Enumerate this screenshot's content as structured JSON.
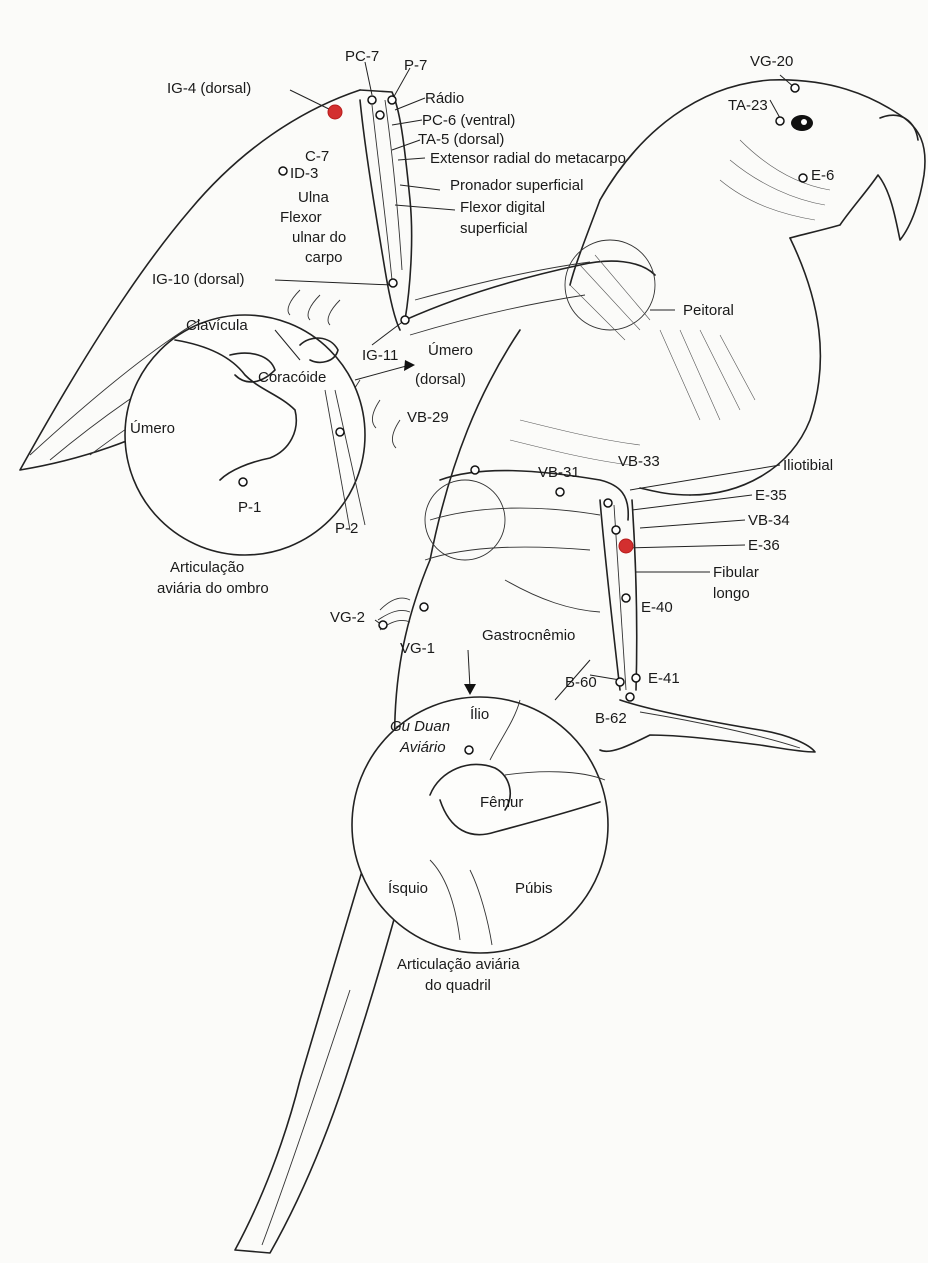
{
  "colors": {
    "acupoint_highlight": "#d32f2f",
    "ink": "#1a1a1a",
    "paper": "#fbfbf9"
  },
  "labels": {
    "pc7": "PC-7",
    "p7": "P-7",
    "ig4": "IG-4 (dorsal)",
    "radio": "Rádio",
    "pc6": "PC-6 (ventral)",
    "ta5": "TA-5 (dorsal)",
    "c7": "C-7",
    "id3": "ID-3",
    "extensor": "Extensor radial do metacarpo",
    "ulna": "Ulna",
    "pronador": "Pronador superficial",
    "flexor_line1": "Flexor",
    "flexor_line2": "ulnar do",
    "flexor_line3": "carpo",
    "flexor_digital_line1": "Flexor digital",
    "flexor_digital_line2": "superficial",
    "ig10": "IG-10 (dorsal)",
    "vg20": "VG-20",
    "ta23": "TA-23",
    "e6": "E-6",
    "peitoral": "Peitoral",
    "clavicula": "Clavícula",
    "coracoide": "Coracóide",
    "ig11": "IG-11",
    "umero_dorsal_line1": "Úmero",
    "umero_dorsal_line2": "(dorsal)",
    "umero": "Úmero",
    "vb29": "VB-29",
    "vb31": "VB-31",
    "vb33": "VB-33",
    "iliotibial": "Iliotibial",
    "e35": "E-35",
    "vb34": "VB-34",
    "e36": "E-36",
    "fibular_line1": "Fibular",
    "fibular_line2": "longo",
    "e40": "E-40",
    "p1": "P-1",
    "p2": "P-2",
    "shoulder_caption_line1": "Articulação",
    "shoulder_caption_line2": "aviária do ombro",
    "vg2": "VG-2",
    "vg1": "VG-1",
    "gastrocnemio": "Gastrocnêmio",
    "b60": "B-60",
    "e41": "E-41",
    "b62": "B-62",
    "ilio": "Ílio",
    "gu_duan_line1": "Gu Duan",
    "gu_duan_line2": "Aviário",
    "femur": "Fêmur",
    "isquio": "Ísquio",
    "pubis": "Púbis",
    "hip_caption_line1": "Articulação aviária",
    "hip_caption_line2": "do quadril"
  }
}
